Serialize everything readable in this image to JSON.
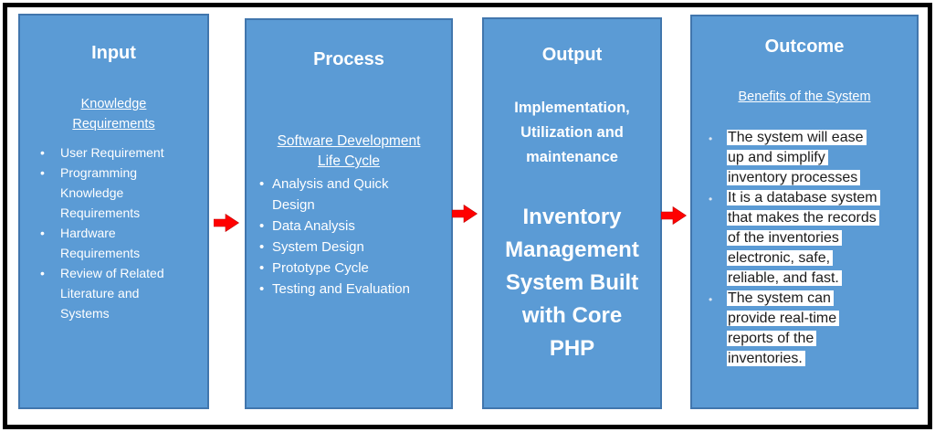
{
  "diagram": {
    "type": "flowchart",
    "colors": {
      "box_fill": "#5B9BD5",
      "box_border": "#4176AD",
      "box_text": "#FFFFFF",
      "arrow": "#FF0000",
      "frame": "#000000",
      "highlight_bg": "#FFFFFF",
      "highlight_text": "#1C1C1C"
    },
    "arrows": [
      "right-arrow",
      "right-arrow",
      "right-arrow"
    ],
    "boxes": {
      "input": {
        "title": "Input",
        "heading": "Knowledge\nRequirements",
        "bullets": [
          "User Requirement",
          "Programming\nKnowledge\nRequirements",
          "Hardware\nRequirements",
          "Review of Related\nLiterature and\nSystems"
        ]
      },
      "process": {
        "title": "Process",
        "heading": "Software Development\nLife Cycle",
        "bullets": [
          "Analysis and Quick\nDesign",
          "Data Analysis",
          "System Design",
          "Prototype Cycle",
          "Testing and Evaluation"
        ]
      },
      "output": {
        "title": "Output",
        "subtitle": "Implementation,\nUtilization and\nmaintenance",
        "main_text": "Inventory\nManagement\nSystem Built\nwith Core\nPHP"
      },
      "outcome": {
        "title": "Outcome",
        "heading": "Benefits of the System",
        "bullets": [
          "The system will ease\nup and simplify\ninventory processes",
          "It is a database system\nthat makes the records\nof the inventories\nelectronic, safe,\nreliable, and fast.",
          "The system can\nprovide real-time\nreports of the\ninventories."
        ]
      }
    }
  }
}
